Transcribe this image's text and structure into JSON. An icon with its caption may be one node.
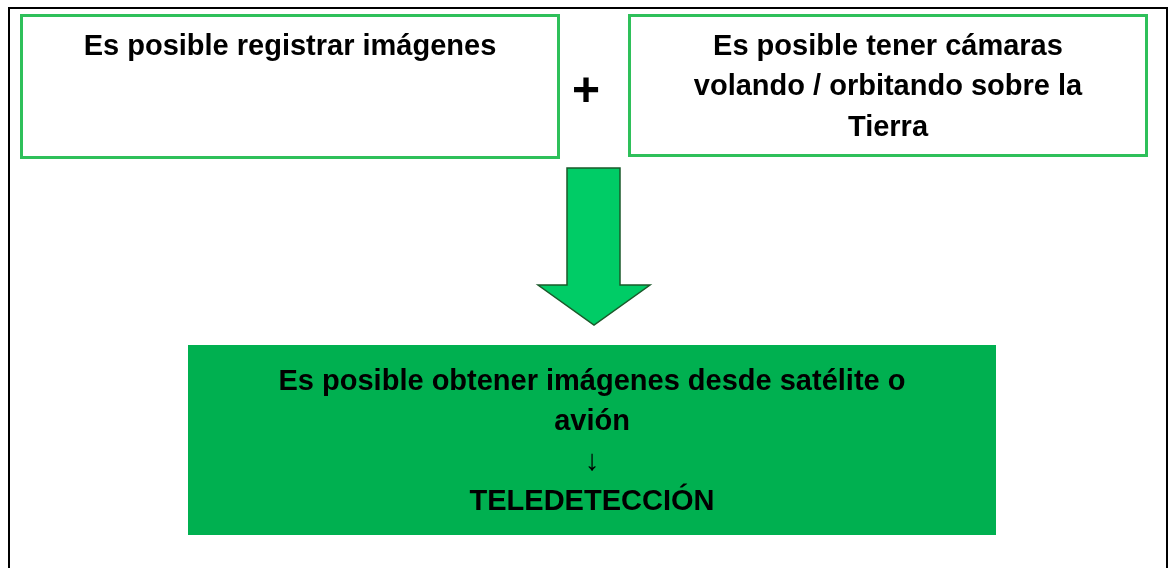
{
  "diagram": {
    "nodes": [
      {
        "text": [
          "Es posible registrar imágenes"
        ]
      },
      {
        "text": [
          "Es posible tener cámaras volando / orbitando sobre la Tierra"
        ]
      },
      {
        "text": [
          "Es posible obtener imágenes desde satélite o avión",
          "↓",
          "TELEDETECCIÓN"
        ]
      }
    ],
    "edges": [
      {
        "from": 0,
        "to": 2,
        "arrow": "to",
        "style": "thick"
      },
      {
        "from": 1,
        "to": 2,
        "arrow": "to",
        "style": "thick"
      }
    ],
    "labels": [
      "+"
    ]
  }
}
